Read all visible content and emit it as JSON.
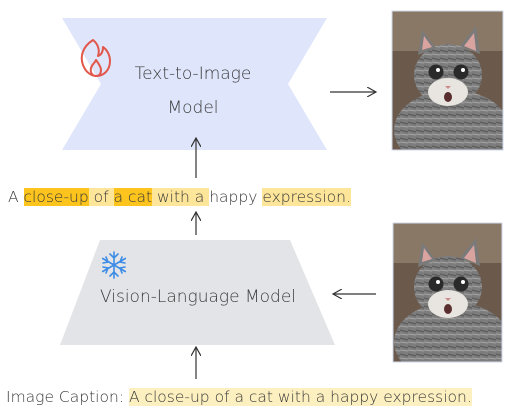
{
  "t2i_model": {
    "title_line1": "Text-to-Image",
    "title_line2": "Model",
    "icon": "fire-icon"
  },
  "vlm_model": {
    "title": "Vision-Language Model",
    "icon": "snowflake-icon"
  },
  "generated_caption": {
    "segments": [
      {
        "text": "A ",
        "highlight": "none"
      },
      {
        "text": "close-up",
        "highlight": "strong"
      },
      {
        "text": " of ",
        "highlight": "light"
      },
      {
        "text": "a cat",
        "highlight": "strong"
      },
      {
        "text": " with a ",
        "highlight": "light"
      },
      {
        "text": "happy",
        "highlight": "none"
      },
      {
        "text": " ",
        "highlight": "none"
      },
      {
        "text": "expression.",
        "highlight": "light"
      }
    ]
  },
  "input_caption": {
    "prefix": "Image Caption: ",
    "text": "A close-up of a cat with a happy expression."
  },
  "images": {
    "output": "cat-photo-generated",
    "input": "cat-photo-input"
  },
  "colors": {
    "t2i_fill": "#dfe6fb",
    "vlm_fill": "#e3e4e8",
    "fire": "#e2574c",
    "snowflake": "#3c8ce6",
    "highlight_strong": "#fcc41c",
    "highlight_light": "#fde59a",
    "highlight_pale": "#fdf0c0"
  }
}
